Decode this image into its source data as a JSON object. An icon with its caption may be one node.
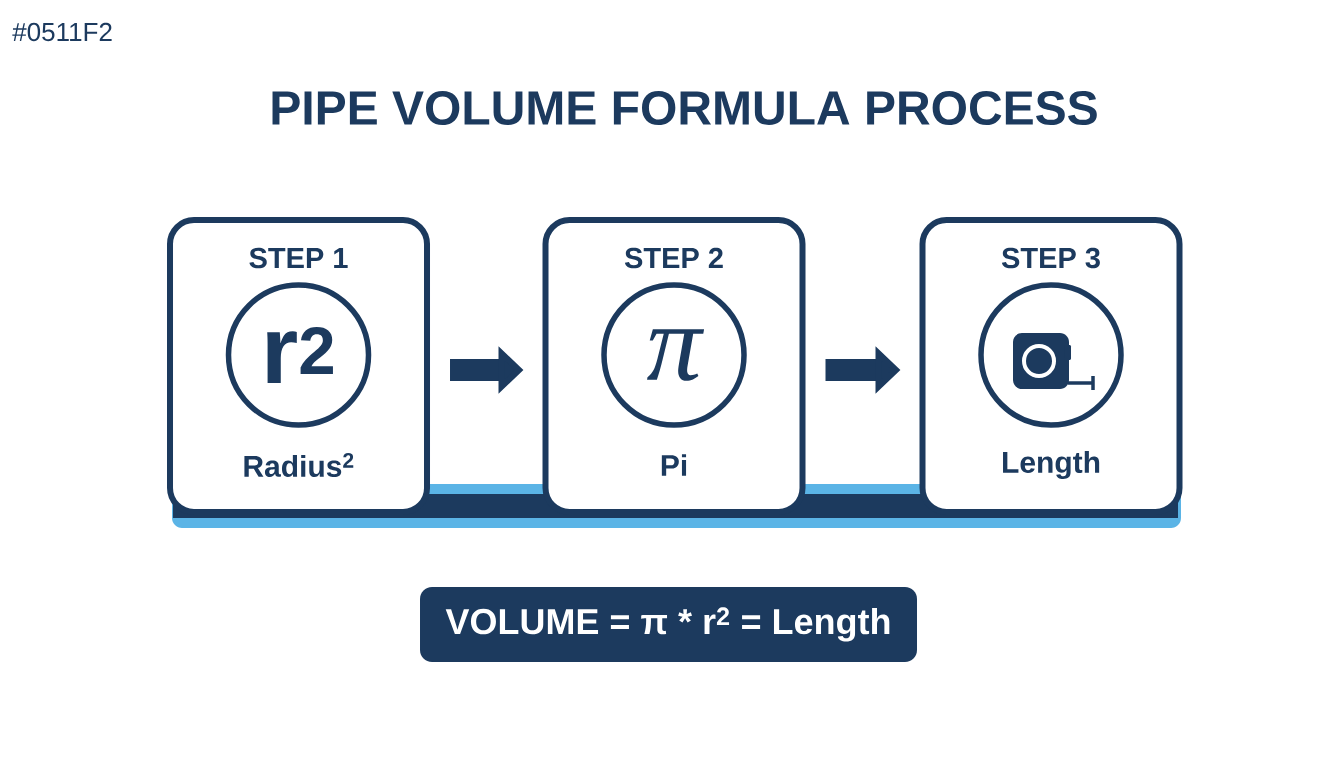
{
  "diagram": {
    "title": "PIPE VOLUME FORMULA PROCESS",
    "nodes": [
      {
        "text": [
          "STEP 1",
          "Radius$^{2}$"
        ]
      },
      {
        "text": [
          "r$^{2}$"
        ],
        "in": 0
      },
      {
        "text": [
          "STEP 2",
          "Pi"
        ]
      },
      {
        "text": [
          "π"
        ],
        "in": 2
      },
      {
        "text": [
          "STEP 3",
          "Length"
        ]
      },
      {
        "text": [],
        "shape": "circle",
        "in": 4
      },
      {
        "text": [
          "VOLUME = π * r$^{2}$ = Length"
        ]
      }
    ],
    "edges": [
      {
        "from": 0,
        "to": 2,
        "arrow": "to"
      },
      {
        "from": 2,
        "to": 4,
        "arrow": "to"
      }
    ],
    "labels": [
      "#0511F2"
    ]
  }
}
